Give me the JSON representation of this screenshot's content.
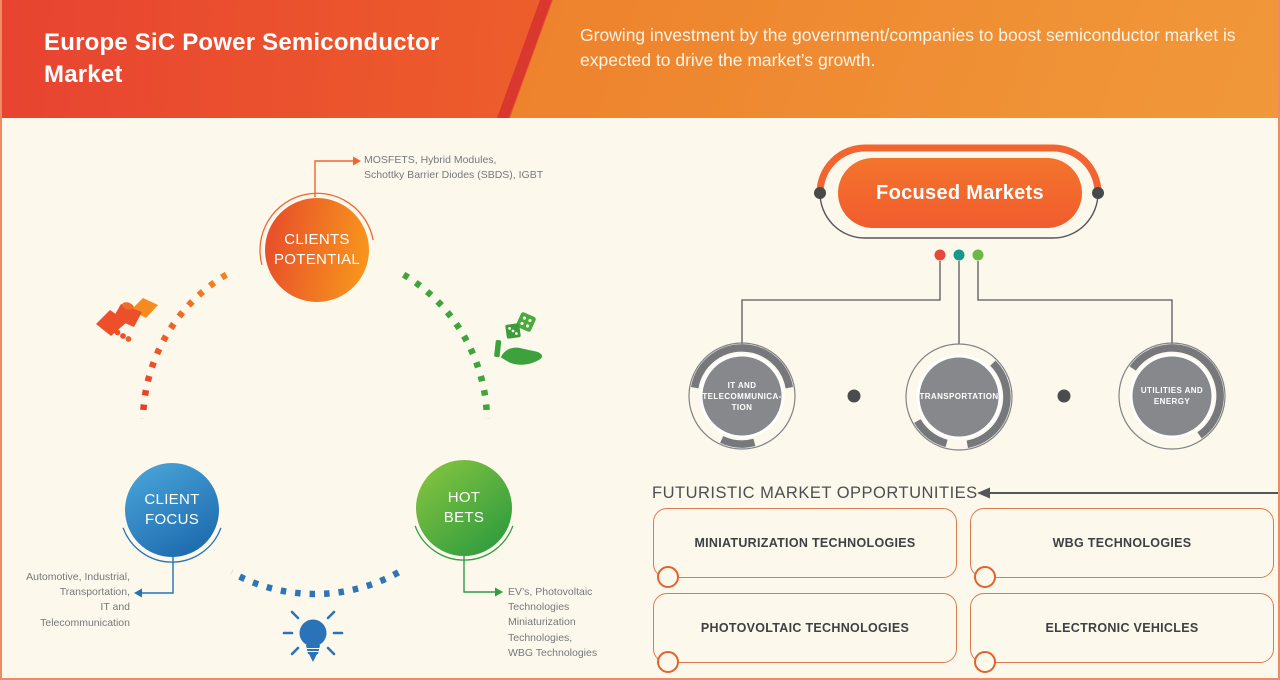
{
  "header": {
    "title": "Europe SiC Power Semiconductor Market",
    "subtitle": "Growing investment by the government/companies to boost semiconductor market is expected to drive the market’s growth."
  },
  "strategy_wheel": {
    "nodes": [
      {
        "id": "clients-potential",
        "label": "CLIENTS\nPOTENTIAL",
        "color": "#f26531",
        "note": "MOSFETS, Hybrid Modules,\nSchottky Barrier Diodes (SBDS), IGBT"
      },
      {
        "id": "client-focus",
        "label": "CLIENT\nFOCUS",
        "color": "#1f6cb0",
        "note": "Automotive, Industrial,\nTransportation,\nIT and\nTelecommunication"
      },
      {
        "id": "hot-bets",
        "label": "HOT\nBETS",
        "color": "#2f9e41",
        "note": "EV’s, Photovoltaic\nTechnologies\nMiniaturization\nTechnologies,\nWBG Technologies"
      }
    ],
    "icons": [
      {
        "name": "handshake-icon",
        "color": "#ee5a2c"
      },
      {
        "name": "dice-hand-icon",
        "color": "#3da23c"
      },
      {
        "name": "lightbulb-icon",
        "color": "#2a73b8"
      }
    ]
  },
  "focused_markets": {
    "title": "Focused Markets",
    "segments": [
      {
        "label": "IT AND\nTELECOMMUNICA-\nTION"
      },
      {
        "label": "TRANSPORTATION"
      },
      {
        "label": "UTILITIES AND\nENERGY"
      }
    ],
    "connector_dot_colors": [
      "#e6483b",
      "#17988a",
      "#68b947"
    ]
  },
  "opportunities": {
    "title": "FUTURISTIC MARKET OPPORTUNITIES",
    "items": [
      "MINIATURIZATION TECHNOLOGIES",
      "WBG TECHNOLOGIES",
      "PHOTOVOLTAIC TECHNOLOGIES",
      "ELECTRONIC VEHICLES"
    ]
  },
  "colors": {
    "banner_gradient_start": "#e74331",
    "banner_gradient_end": "#f6942b",
    "banner_slash": "#d8382e",
    "background": "#fcf8ec",
    "accent_orange": "#f26531",
    "accent_blue": "#1f6cb0",
    "accent_green": "#2f9e41",
    "segment_gray": "#86888b",
    "line_gray": "#58595b",
    "box_border": "#de7a50"
  }
}
